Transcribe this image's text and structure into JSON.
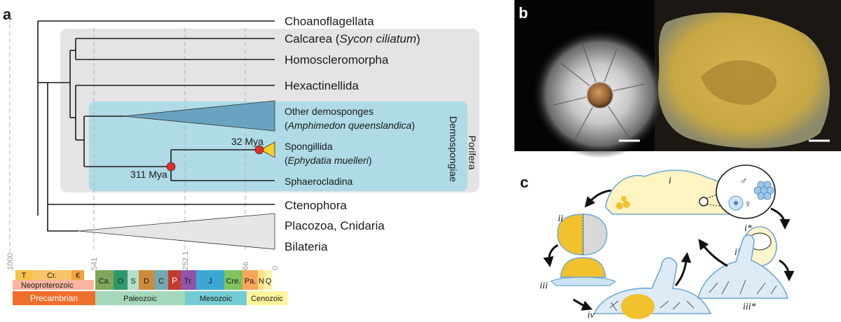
{
  "panels": {
    "a": "a",
    "b": "b",
    "c": "c"
  },
  "taxa": {
    "choanoflagellata": "Choanoflagellata",
    "calcarea": "Calcarea (",
    "calcarea_species": "Sycon ciliatum",
    "calcarea_close": ")",
    "homoscleromorpha": "Homoscleromorpha",
    "hexactinellida": "Hexactinellida",
    "other_demosponges": "Other demosponges",
    "other_demosponges_open": "(",
    "other_demosponges_species": "Amphimedon queenslandica",
    "other_demosponges_close": ")",
    "spongillida": "Spongillida",
    "spongillida_open": "(",
    "spongillida_species": "Ephydatia muelleri",
    "spongillida_close": ")",
    "sphaerocladina": "Sphaerocladina",
    "ctenophora": "Ctenophora",
    "placozoa_cnidaria": "Placozoa, Cnidaria",
    "bilateria": "Bilateria"
  },
  "clades": {
    "demospongiae": "Demospongiae",
    "porifera": "Porifera"
  },
  "node_ages": {
    "spongillida": "32 Mya",
    "crown": "311 Mya"
  },
  "timescale_ticks": [
    "1000",
    "541",
    "252.1",
    "66",
    "0"
  ],
  "timescale": {
    "row1": [
      {
        "label": "T",
        "color": "#f6c24a"
      },
      {
        "label": "Cr.",
        "color": "#f8c468"
      },
      {
        "label": "€",
        "color": "#f0a33c"
      },
      {
        "label": "Ca.",
        "color": "#7fa65a"
      },
      {
        "label": "O",
        "color": "#2d9a6b"
      },
      {
        "label": "S",
        "color": "#b4dfc8"
      },
      {
        "label": "D",
        "color": "#cc8b3b"
      },
      {
        "label": "C",
        "color": "#74a7b0"
      },
      {
        "label": "P",
        "color": "#c23b2c"
      },
      {
        "label": "Tr.",
        "color": "#8e55a8"
      },
      {
        "label": "J",
        "color": "#3ba8d4"
      },
      {
        "label": "Cre.",
        "color": "#7fc25e"
      },
      {
        "label": "Pa.",
        "color": "#f9a65a"
      },
      {
        "label": "N",
        "color": "#fde28a"
      },
      {
        "label": "Q",
        "color": "#fff3a9"
      }
    ],
    "neoproterozoic": "Neoproterozoic",
    "eras": [
      {
        "label": "Precambrian",
        "color": "#ee6f2b"
      },
      {
        "label": "Paleozoic",
        "color": "#a5d8bb"
      },
      {
        "label": "Mesozoic",
        "color": "#75cbd4"
      },
      {
        "label": "Cenozoic",
        "color": "#fff59c"
      }
    ]
  },
  "lifecycle": {
    "stages": [
      "i",
      "ii",
      "iii",
      "iv",
      "i*",
      "ii*",
      "iii*"
    ],
    "male_symbol": "♂",
    "female_symbol": "♀"
  },
  "colors": {
    "grey_box": "#e4e4e4",
    "demospongiae_box": "#aedbe6",
    "demosponge_triangle": "#6aa3c1",
    "spongillida_triangle": "#f7cf2a",
    "node_marker": "#e32d27",
    "outgroup_triangle": "#e6e6e6"
  }
}
